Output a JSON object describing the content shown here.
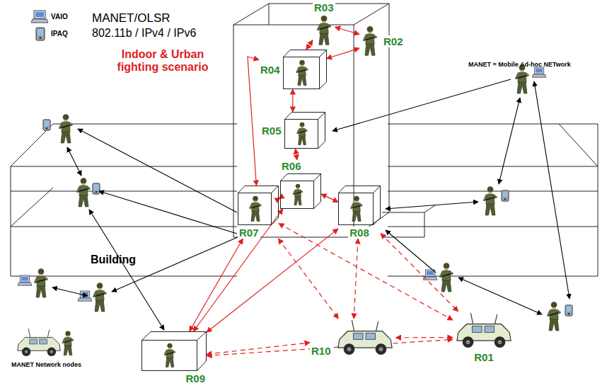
{
  "diagram": {
    "nodes": [
      {
        "text": [
          "R03"
        ]
      },
      {
        "text": [
          "R02"
        ]
      },
      {
        "text": [
          "R04"
        ]
      },
      {
        "text": [
          "R05"
        ]
      },
      {
        "text": [
          "R06"
        ]
      },
      {
        "text": [
          "R07"
        ]
      },
      {
        "text": [
          "R08"
        ]
      },
      {
        "text": [
          "R09"
        ]
      },
      {
        "text": [
          "R10"
        ]
      },
      {
        "text": [
          "R01"
        ]
      }
    ],
    "edges": [
      {
        "from": 2,
        "to": 0,
        "arrow": "both"
      },
      {
        "from": 2,
        "to": 1,
        "arrow": "both"
      },
      {
        "from": 0,
        "to": 1,
        "arrow": "both"
      },
      {
        "from": 2,
        "to": 3,
        "arrow": "both"
      },
      {
        "from": 3,
        "to": 4,
        "arrow": "both"
      },
      {
        "from": 4,
        "to": 5,
        "arrow": "both"
      },
      {
        "from": 4,
        "to": 6,
        "arrow": "both"
      },
      {
        "from": 5,
        "to": 2,
        "arrow": "both"
      },
      {
        "from": 7,
        "to": 5,
        "arrow": "both"
      },
      {
        "from": 7,
        "to": 4,
        "arrow": "both"
      },
      {
        "from": 7,
        "to": 6,
        "arrow": "both"
      },
      {
        "from": 7,
        "to": 8,
        "arrow": "both"
      },
      {
        "from": 7,
        "to": 9,
        "arrow": "both"
      },
      {
        "from": 5,
        "to": 8,
        "arrow": "both"
      },
      {
        "from": 5,
        "to": 9,
        "arrow": "both"
      },
      {
        "from": 6,
        "to": 8,
        "arrow": "both"
      },
      {
        "from": 6,
        "to": 9,
        "arrow": "both"
      },
      {
        "from": 8,
        "to": 9,
        "arrow": "both"
      }
    ],
    "labels": [
      "MANET/OLSR",
      "802.11b / IPv4 / IPv6",
      "Indoor & Urban fighting scenario",
      "MANET = Mobile Ad-hoc NETwork",
      "Building",
      "MANET Network nodes"
    ],
    "legend": [
      {
        "text": "VAIO"
      },
      {
        "text": "IPAQ"
      }
    ]
  }
}
